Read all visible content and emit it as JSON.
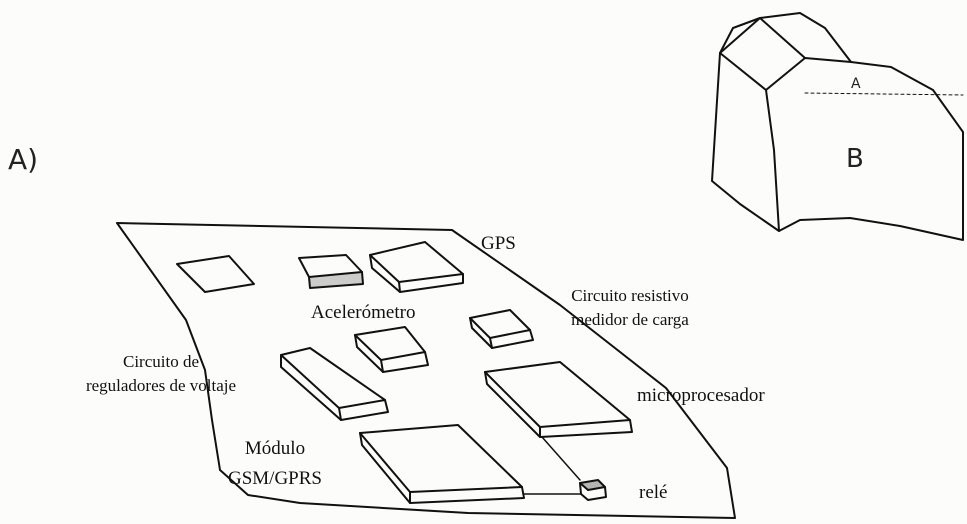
{
  "labels": {
    "panel_a": "A)",
    "gps": "GPS",
    "accelerometer": "Acelerómetro",
    "resistive_circuit_line1": "Circuito resistivo",
    "resistive_circuit_line2": "medidor de carga",
    "voltage_regulators_line1": "Circuito de",
    "voltage_regulators_line2": "reguladores de voltaje",
    "microprocessor": "microprocesador",
    "gsm_module_line1": "Módulo",
    "gsm_module_line2": "GSM/GPRS",
    "relay": "relé"
  },
  "enclosure": {
    "region_a": "A",
    "region_b": "B"
  }
}
